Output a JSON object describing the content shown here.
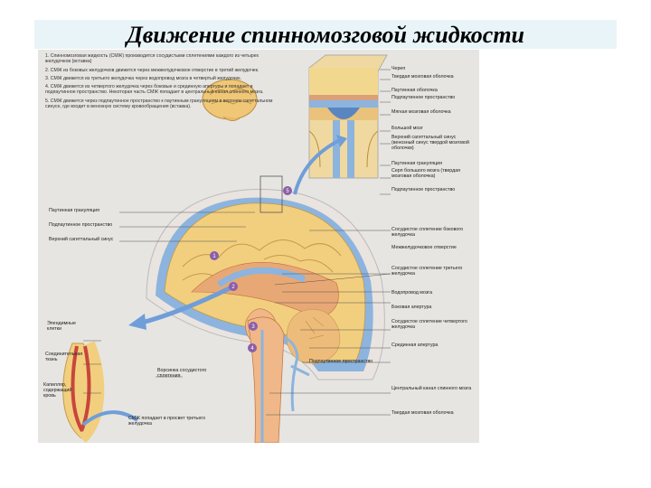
{
  "title": "Движение спинномозговой жидкости",
  "steps": [
    "1. Спинномозговая жидкость (СМЖ) производится сосудистыми сплетениями каждого из четырех желудочков (вставка)",
    "2. СМЖ из боковых желудочков движется через межжелудочковое отверстие в третий желудочек.",
    "3. СМЖ движется из третьего желудочка через водопровод мозга в четвертый желудочек.",
    "4. СМЖ движется из четвертого желудочка через боковые и срединную апертуры и попадает в подпаутинное пространство. Некоторая часть СМЖ попадает в центральный канал спинного мозга.",
    "5. СМЖ движется через подпаутинное пространство к паутинным грануляциям в верхнем сагиттальном синусе, где входит в венозную систему кровообращения (вставка)."
  ],
  "labels": {
    "top_right": [
      "Череп",
      "Твердая мозговая оболочка",
      "Паутинная оболочка",
      "Подпаутинное пространство",
      "Мягкая мозговая оболочка",
      "Большой мозг",
      "Верхний сагиттальный синус (венозный синус твердой мозговой оболочки)",
      "Паутинная грануляция",
      "Серп большого мозга (твердая мозговая оболочка)",
      "Подпаутинное пространство"
    ],
    "mid_right": [
      "Сосудистое сплетение бокового желудочка",
      "Межжелудочковое отверстие",
      "Сосудистое сплетение третьего желудочка",
      "Водопровод мозга",
      "Боковая апертура",
      "Сосудистое сплетение четвертого желудочка",
      "Срединная апертура"
    ],
    "left": [
      "Паутинная грануляция",
      "Подпаутинное пространство",
      "Верхний сагиттальный синус"
    ],
    "inset": [
      "Эпендимные клетки",
      "Соединительная ткань",
      "Капилляр, содержащий кровь",
      "Ворсинка сосудистого сплетения",
      "СМЖ попадает в просвет третьего желудочка"
    ],
    "bottom_right": [
      "Подпаутинное пространство",
      "Центральный канал спинного мозга",
      "Твердая мозговая оболочка"
    ]
  },
  "colors": {
    "title_bg": "#e8f4f8",
    "brain": "#f2cf7e",
    "csf": "#8cb4de",
    "choroid": "#c8463c",
    "figure_bg": "#e6e5e2"
  }
}
